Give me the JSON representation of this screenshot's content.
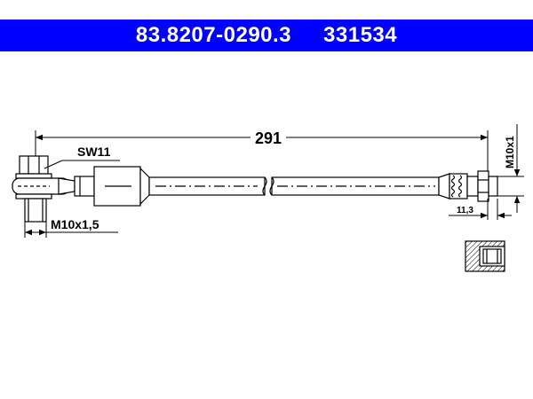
{
  "header": {
    "part_number": "83.8207-0290.3",
    "article_number": "331534"
  },
  "dimensions": {
    "length": "291",
    "wrench_size": "SW11",
    "thread_left": "M10x1,5",
    "thread_right": "M10x1",
    "offset_right": "11,3"
  },
  "colors": {
    "banner": "#0000ff",
    "line": "#000000"
  }
}
